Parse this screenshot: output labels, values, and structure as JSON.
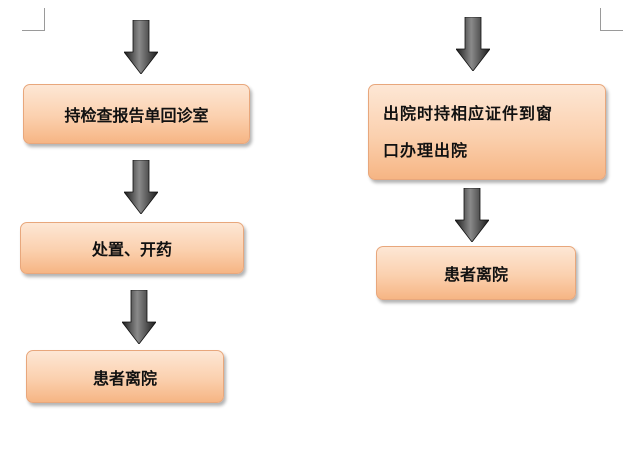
{
  "flow": {
    "left": {
      "steps": [
        "持检查报告单回诊室",
        "处置、开药",
        "患者离院"
      ]
    },
    "right": {
      "step1_lines": [
        "出院时持相应证件到窗",
        "口办理出院"
      ],
      "step2": "患者离院"
    }
  },
  "colors": {
    "box_top": "#fde7d5",
    "box_bottom": "#f6b584",
    "box_border": "#e8a77c",
    "arrow_dark": "#1a1a1a",
    "arrow_light": "#8a8a8a"
  }
}
